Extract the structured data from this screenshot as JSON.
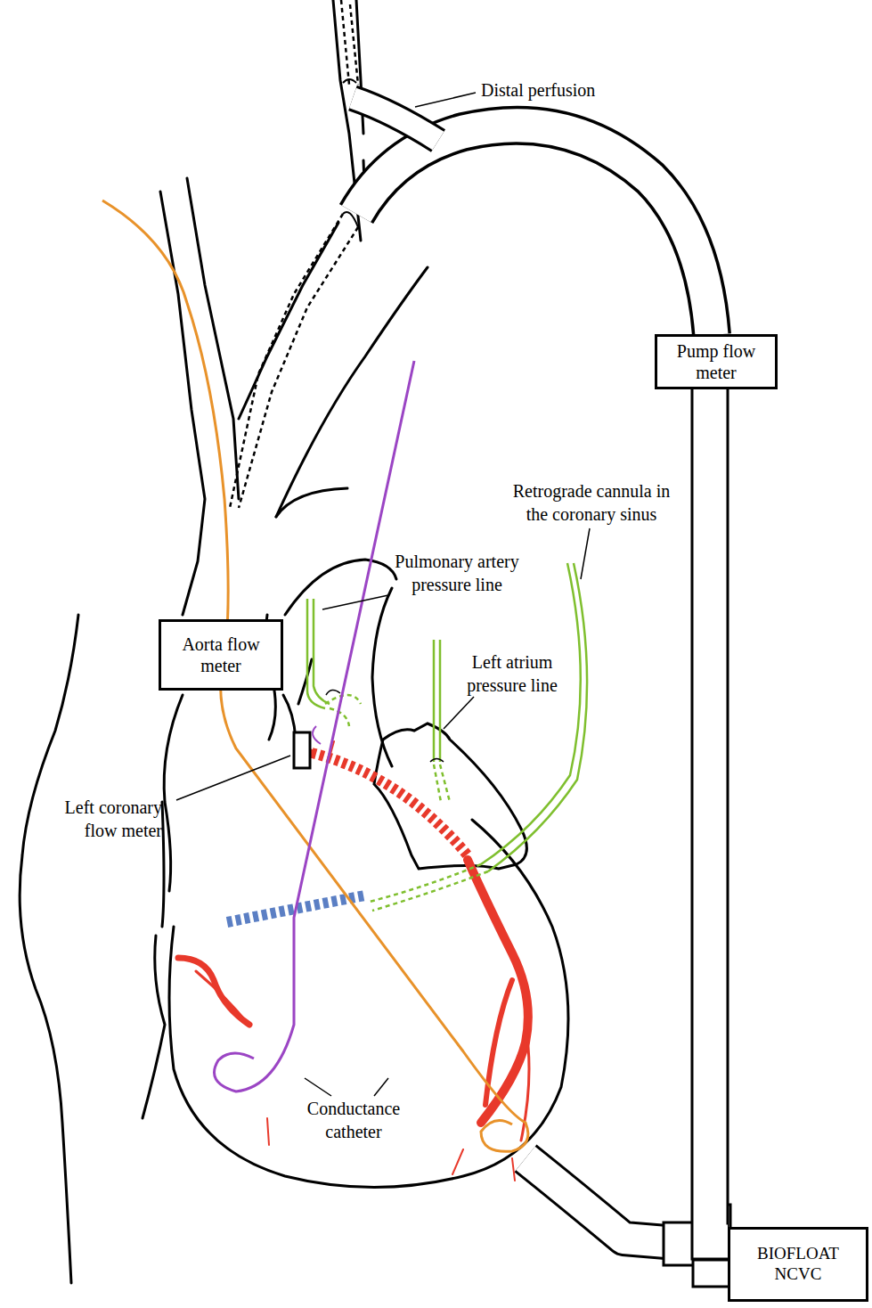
{
  "diagram": {
    "nodes": [
      {
        "text": [
          "Pump flow meter"
        ]
      },
      {
        "text": [
          "Aorta flow meter"
        ]
      },
      {
        "text": [
          "BIOFLOAT NCVC"
        ]
      }
    ],
    "edges": [
      {
        "from": 2,
        "to": 0,
        "arrow": "none"
      }
    ],
    "labels": [
      "Distal perfusion",
      "Retrograde cannula in the coronary sinus",
      "Pulmonary artery pressure line",
      "Left atrium pressure line",
      "Left coronary flow meter",
      "Conductance catheter"
    ]
  }
}
